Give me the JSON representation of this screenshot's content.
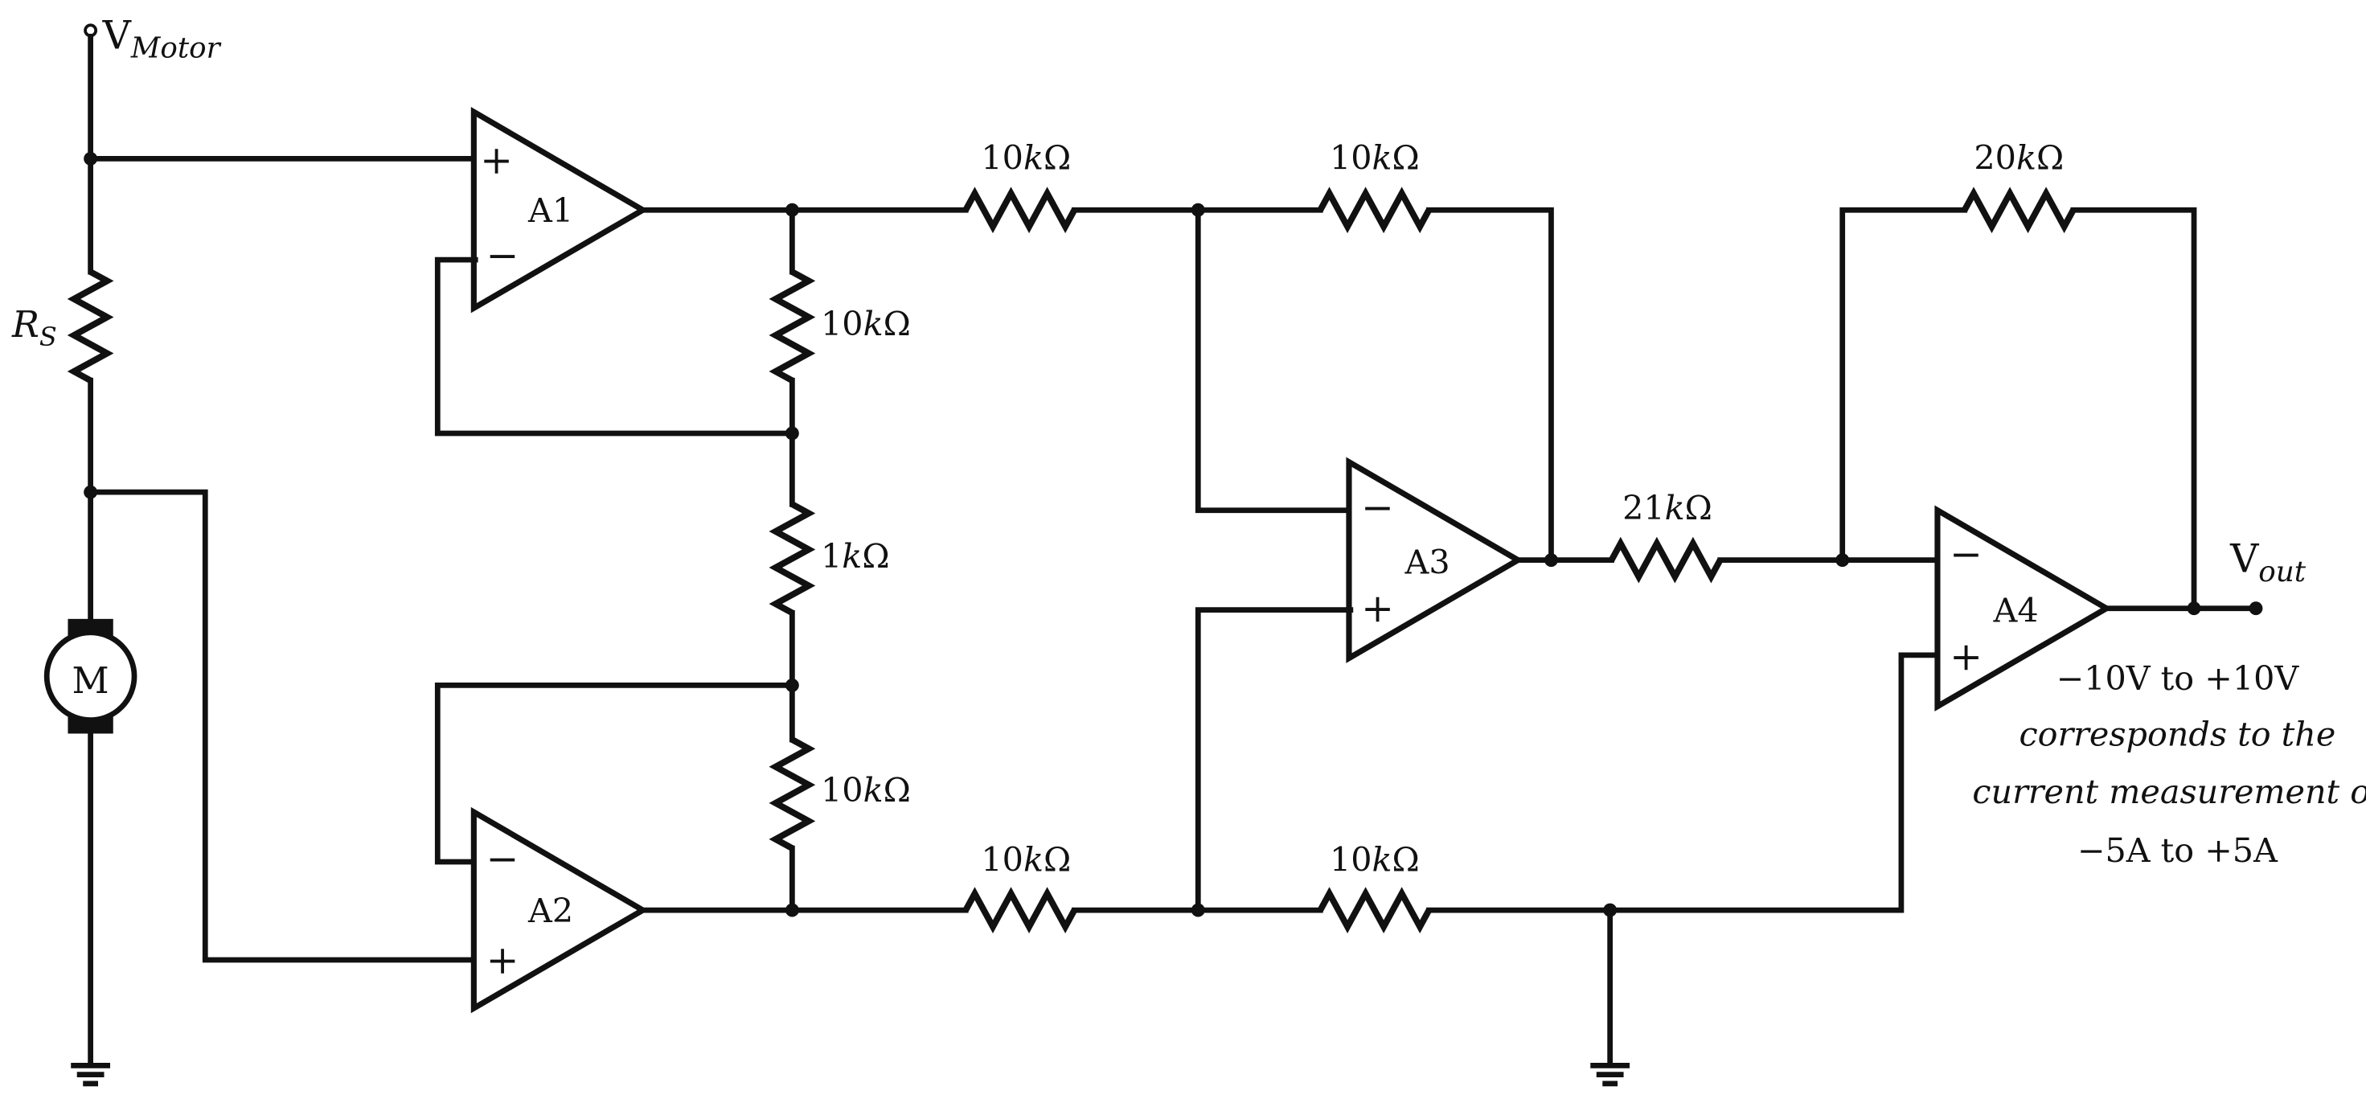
{
  "supply": {
    "label": "V",
    "subscript": "Motor"
  },
  "sense_resistor": {
    "label": "R",
    "subscript": "S"
  },
  "motor": {
    "label": "M"
  },
  "amplifiers": {
    "a1": {
      "label": "A1",
      "plus": "+",
      "minus": "−"
    },
    "a2": {
      "label": "A2",
      "plus": "+",
      "minus": "−"
    },
    "a3": {
      "label": "A3",
      "plus": "+",
      "minus": "−"
    },
    "a4": {
      "label": "A4",
      "plus": "+",
      "minus": "−"
    }
  },
  "resistors": {
    "r_a1_fb": {
      "value": "10",
      "unit": "kΩ"
    },
    "r_gain": {
      "value": "1",
      "unit": "kΩ"
    },
    "r_a2_fb": {
      "value": "10",
      "unit": "kΩ"
    },
    "r_a3_in_top": {
      "value": "10",
      "unit": "kΩ"
    },
    "r_a3_fb": {
      "value": "10",
      "unit": "kΩ"
    },
    "r_a3_in_bot": {
      "value": "10",
      "unit": "kΩ"
    },
    "r_a3_gnd": {
      "value": "10",
      "unit": "kΩ"
    },
    "r_a4_in": {
      "value": "21",
      "unit": "kΩ"
    },
    "r_a4_fb": {
      "value": "20",
      "unit": "kΩ"
    }
  },
  "output": {
    "label": "V",
    "subscript": "out"
  },
  "note": {
    "line1": "−10V to +10V",
    "line2": "corresponds to the",
    "line3": "current measurement of",
    "line4": "−5A to +5A"
  }
}
